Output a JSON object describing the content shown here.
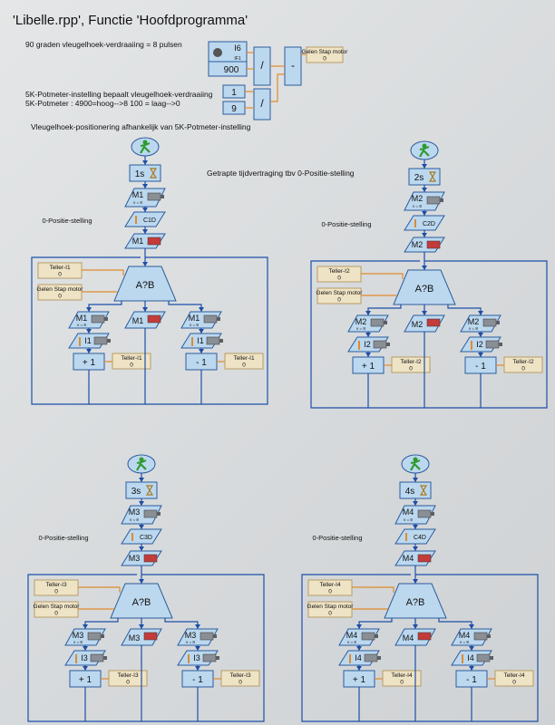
{
  "header": {
    "title": "'Libelle.rpp', Functie 'Hoofdprogramma'",
    "pulse_note": "90 graden vleugelhoek-verdraaiing = 8 pulsen",
    "pot_note_1": "5K-Potmeter-instelling bepaalt vleugelhoek-verdraaiing",
    "pot_note_2": "5K-Potmeter :    4900=hoog-->8        100 = laag-->0",
    "pos_note": "Vleugelhoek-positionering afhankelijk van 5K-Potmeter-instelling",
    "delay_note": "Getrapte tijdvertraging tbv 0-Positie-stelling"
  },
  "top_calc": {
    "input_label": "I6",
    "input_sub": "IF1",
    "const_900": "900",
    "const_1": "1",
    "const_9": "9",
    "div_op": "/",
    "sub_op": "-",
    "var_label": "Gelen Stap motor",
    "var_value": "0"
  },
  "channels": [
    {
      "start": "1s",
      "motor": "M1",
      "speed": "v = 8",
      "counter_in": "C1D",
      "input": "I1",
      "counter": "Teller-I1",
      "zero_label": "0-Positie-stelling"
    },
    {
      "start": "2s",
      "motor": "M2",
      "speed": "v = 8",
      "counter_in": "C2D",
      "input": "I2",
      "counter": "Teller-I2",
      "zero_label": "0-Positie-stelling"
    },
    {
      "start": "3s",
      "motor": "M3",
      "speed": "v = 8",
      "counter_in": "C3D",
      "input": "I3",
      "counter": "Teller-I3",
      "zero_label": "0-Positie-stelling"
    },
    {
      "start": "4s",
      "motor": "M4",
      "speed": "v = 8",
      "counter_in": "C4D",
      "input": "I4",
      "counter": "Teller-I4",
      "zero_label": "0-Positie-stelling"
    }
  ],
  "common": {
    "compare": "A?B",
    "plus": "+ 1",
    "minus": "- 1",
    "zero": "0",
    "var_small": "Gelen Stap motor"
  },
  "colors": {
    "block_fill": "#bcd8ef",
    "block_stroke": "#2b5b9c",
    "var_fill": "#efe3c5",
    "var_stroke": "#b59c66",
    "wire": "#1d4fa8",
    "data_wire": "#e08a2c",
    "start_green": "#2e9a2e"
  }
}
